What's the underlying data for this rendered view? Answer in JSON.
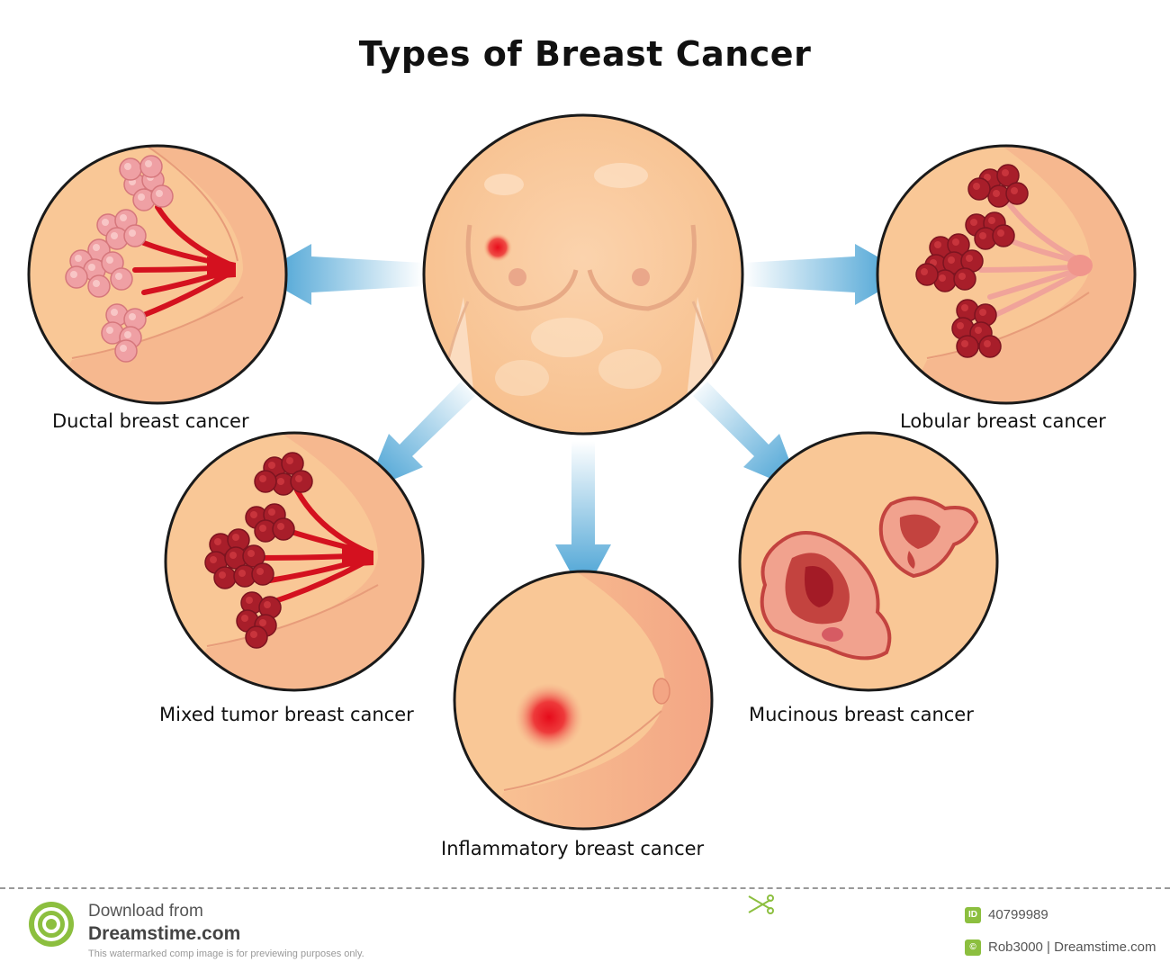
{
  "title": "Types of Breast Cancer",
  "labels": {
    "ductal": "Ductal breast cancer",
    "lobular": "Lobular breast cancer",
    "mixed": "Mixed tumor breast cancer",
    "mucinous": "Mucinous breast cancer",
    "inflammatory": "Inflammatory breast cancer"
  },
  "footer": {
    "download": "Download from",
    "site": "Dreamstime.com",
    "note": "This watermarked comp image is for previewing purposes only.",
    "id_badge": "ID",
    "id_value": "40799989",
    "credit": "Rob3000 | Dreamstime.com"
  },
  "colors": {
    "skin": "#f9c79a",
    "skin_light": "#fbd7b4",
    "ring": "#1a1a1a",
    "duct_pink": "#efa0a4",
    "duct_red": "#d4111f",
    "lobule_dark": "#a81e2a",
    "arrow": "#3a9bd1",
    "tumor": "#e0232d",
    "mucinous": "#c3433f"
  }
}
